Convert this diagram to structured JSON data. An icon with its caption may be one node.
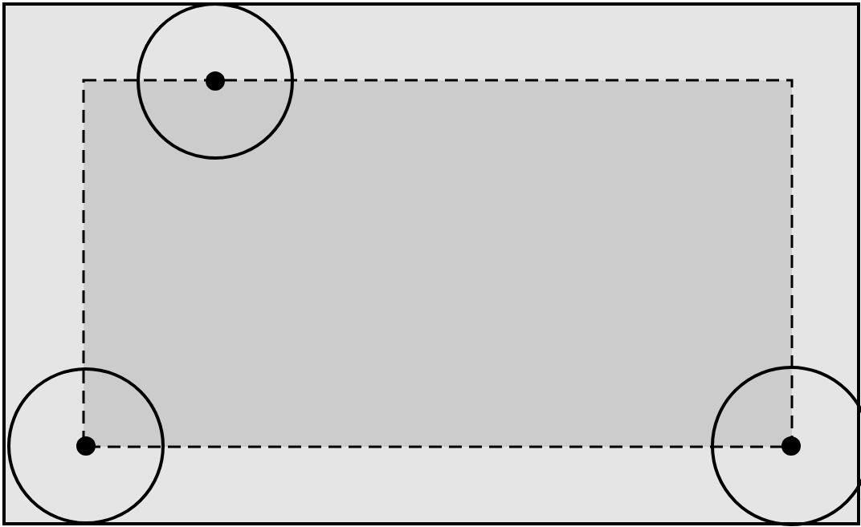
{
  "diagram": {
    "nodes": [
      {
        "text": [],
        "shape": "box"
      },
      {
        "text": [],
        "shape": "circle"
      },
      {
        "text": [],
        "shape": "circle"
      },
      {
        "text": [],
        "shape": "circle"
      }
    ]
  }
}
